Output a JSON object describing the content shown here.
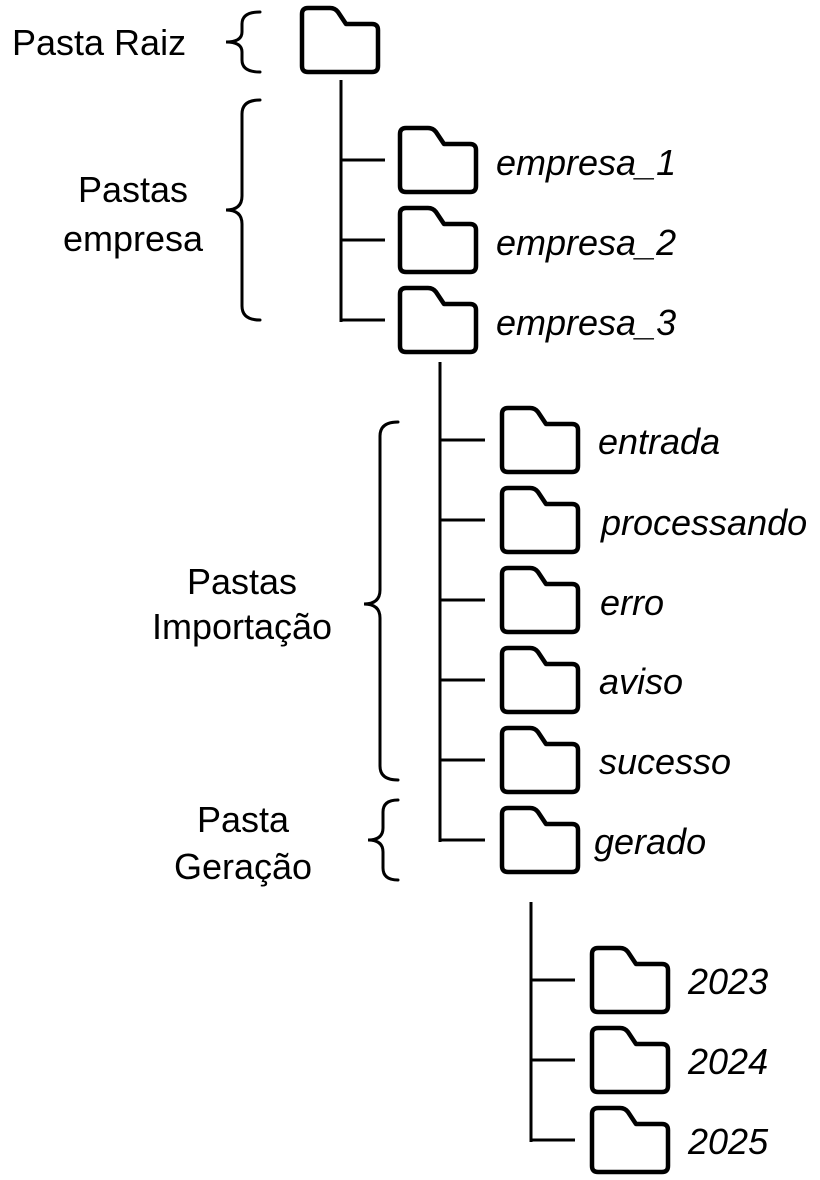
{
  "labels": {
    "root": "Pasta Raiz",
    "empresa_group": [
      "Pastas",
      "empresa"
    ],
    "importacao_group": [
      "Pastas",
      "Importação"
    ],
    "geracao_group": [
      "Pasta",
      "Geração"
    ]
  },
  "folders": {
    "empresa": [
      "empresa_1",
      "empresa_2",
      "empresa_3"
    ],
    "importacao": [
      "entrada",
      "processando",
      "erro",
      "aviso",
      "sucesso",
      "gerado"
    ],
    "years": [
      "2023",
      "2024",
      "2025"
    ]
  },
  "colors": {
    "stroke": "#000000",
    "background": "#ffffff"
  },
  "icons": [
    "folder-icon",
    "curly-brace-icon"
  ]
}
